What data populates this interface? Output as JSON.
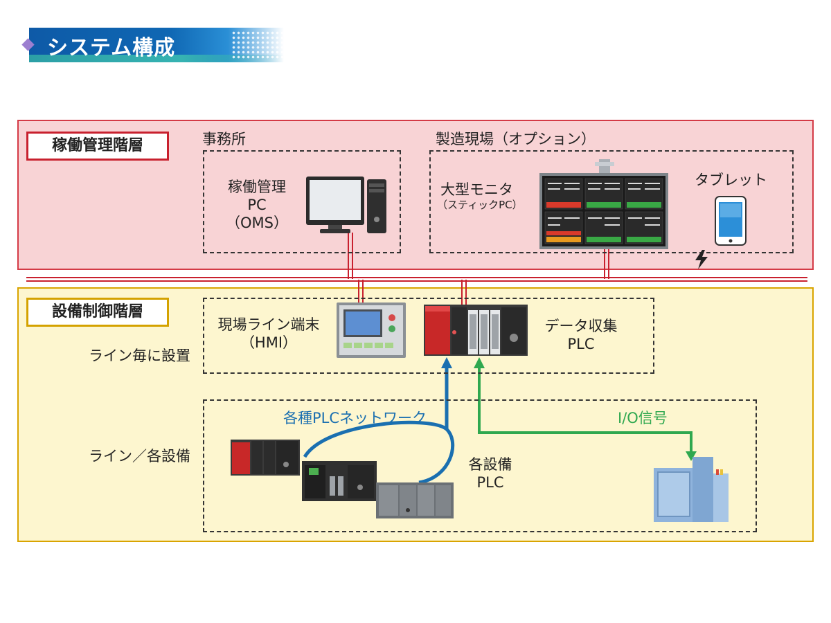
{
  "header": {
    "title": "システム構成"
  },
  "management_layer": {
    "label": "稼働管理階層",
    "office": {
      "label": "事務所",
      "pc_line1": "稼働管理",
      "pc_line2": "PC",
      "pc_line3": "（OMS）"
    },
    "factory": {
      "label": "製造現場（オプション）",
      "monitor_title": "大型モニタ",
      "monitor_sub": "（スティックPC）",
      "tablet": "タブレット"
    }
  },
  "control_layer": {
    "label": "設備制御階層",
    "line_install": "ライン毎に設置",
    "hmi_line1": "現場ライン端末",
    "hmi_line2": "（HMI）",
    "collect_line1": "データ収集",
    "collect_line2": "PLC",
    "line_equipment": "ライン／各設備",
    "network": "各種PLCネットワーク",
    "io_signal": "I/O信号",
    "each_equipment_line1": "各設備",
    "each_equipment_line2": "PLC"
  },
  "colors": {
    "management_border": "#d43a46",
    "management_fill": "#f8d3d5",
    "control_border": "#d9a400",
    "control_fill": "#fdf6cf",
    "network_line": "#1a6fb0",
    "io_line": "#2fa84f",
    "connector": "#c8202e"
  },
  "icons": [
    "desktop-pc-icon",
    "large-monitor-icon",
    "tablet-icon",
    "wireless-icon",
    "hmi-terminal-icon",
    "collector-plc-icon",
    "equipment-plc-icon",
    "machine-icon"
  ]
}
